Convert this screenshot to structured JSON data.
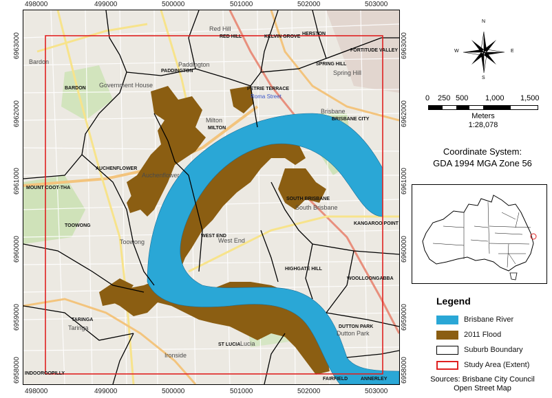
{
  "x_ticks": [
    "498000",
    "499000",
    "500000",
    "501000",
    "502000",
    "503000"
  ],
  "y_ticks": [
    "6963000",
    "6962000",
    "6961000",
    "6960000",
    "6959000",
    "6958000"
  ],
  "suburbs": [
    "RED HILL",
    "KELVIN GROVE",
    "HERSTON",
    "FORTITUDE VALLEY",
    "PADDINGTON",
    "SPRING HILL",
    "BARDON",
    "PETRIE TERRACE",
    "MILTON",
    "BRISBANE CITY",
    "AUCHENFLOWER",
    "MOUNT COOT-THA",
    "SOUTH BRISBANE",
    "KANGAROO POINT",
    "TOOWONG",
    "WEST END",
    "HIGHGATE HILL",
    "WOOLLOONGABBA",
    "TARINGA",
    "ST LUCIA",
    "DUTTON PARK",
    "INDOOROOPILLY",
    "FAIRFIELD",
    "ANNERLEY"
  ],
  "places": [
    "Bardon",
    "Paddington",
    "Spring Hill",
    "Milton",
    "Brisbane",
    "Auchenflower",
    "Toowong",
    "South Brisbane",
    "West End",
    "Taringa",
    "Ironside",
    "Dutton Park",
    "Red Hill",
    "Government House",
    "Roma Street",
    "Lucia"
  ],
  "north_arrow": {
    "n": "N",
    "s": "S",
    "e": "E",
    "w": "W"
  },
  "scale": {
    "ticks": [
      "0",
      "250",
      "500",
      "1,000",
      "1,500"
    ],
    "unit": "Meters",
    "ratio": "1:28,078"
  },
  "coordinate_system": {
    "title": "Coordinate System:",
    "name": "GDA 1994 MGA Zone 56"
  },
  "legend": {
    "title": "Legend",
    "items": [
      {
        "label": "Brisbane River",
        "color": "#2aa7d6"
      },
      {
        "label": "2011 Flood",
        "color": "#8b5e12"
      },
      {
        "label": "Suburb Boundary",
        "color": "#000000"
      },
      {
        "label": "Study Area (Extent)",
        "color": "#e02020"
      }
    ]
  },
  "sources": {
    "line1": "Sources: Brisbane City Council",
    "line2": "Open Street Map"
  }
}
